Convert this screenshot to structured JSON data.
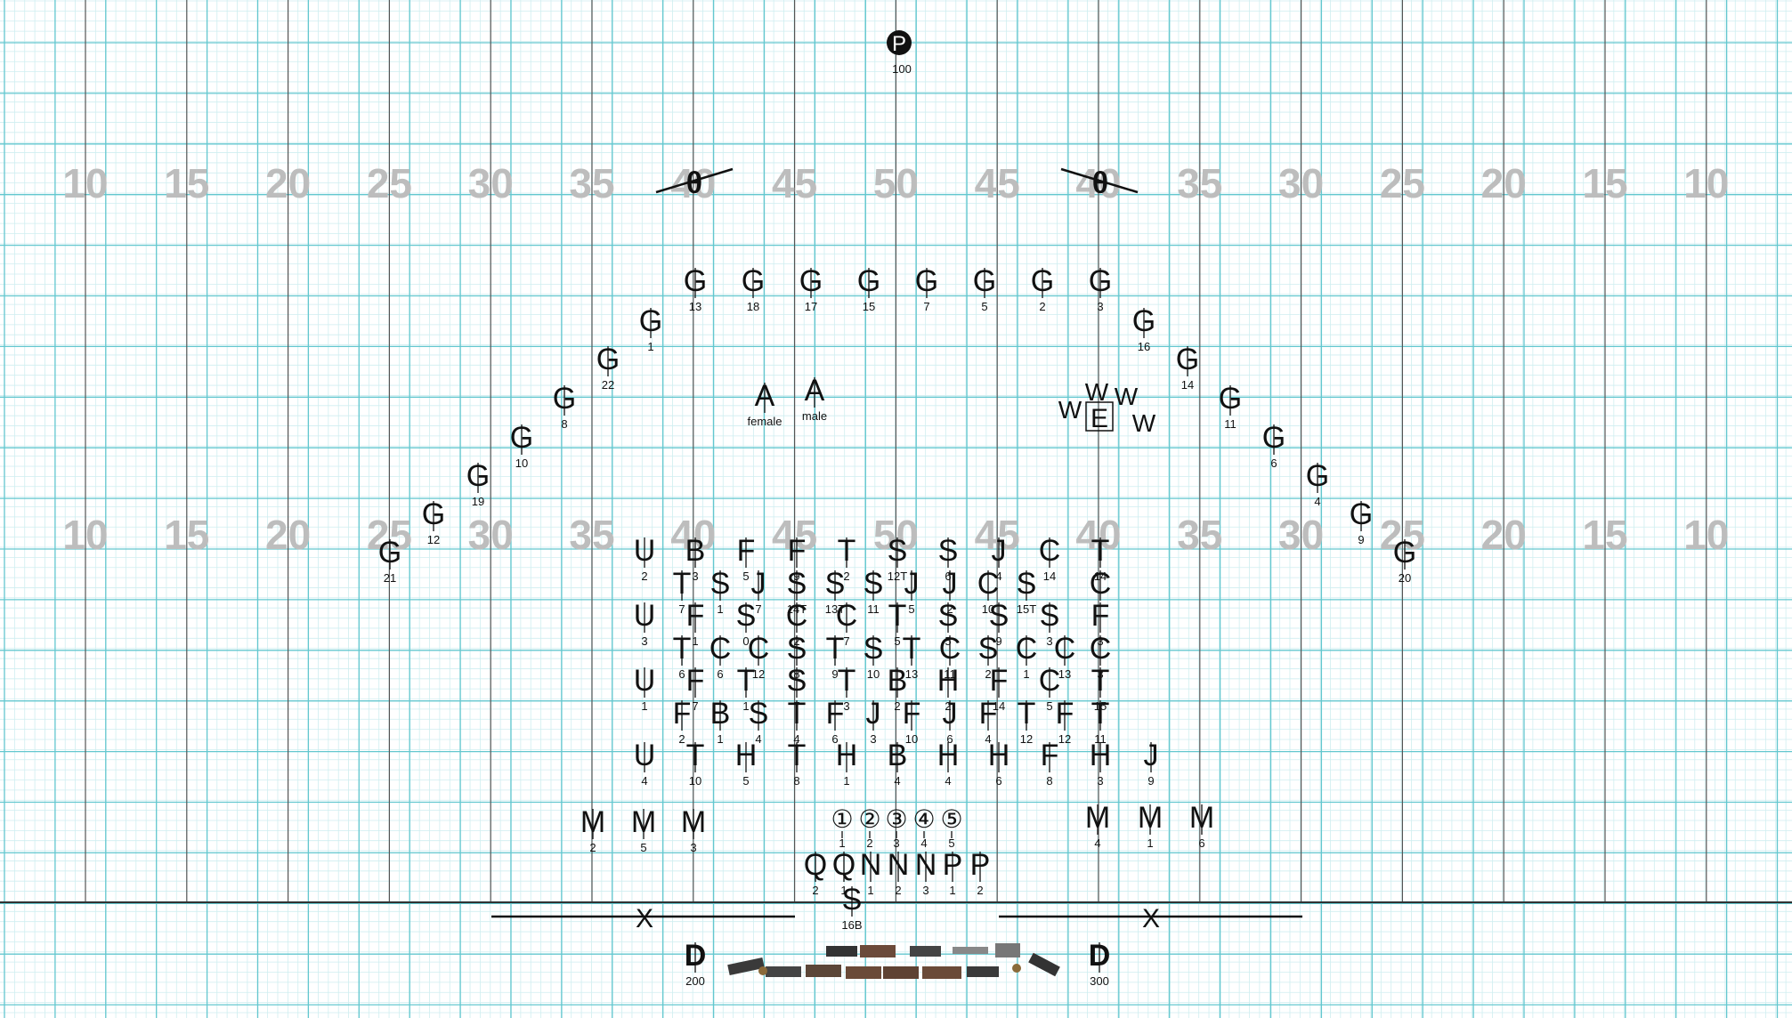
{
  "field": {
    "yard_numbers_top": [
      "10",
      "15",
      "20",
      "25",
      "30",
      "35",
      "40",
      "45",
      "50",
      "45",
      "40",
      "35",
      "30",
      "25",
      "20",
      "15",
      "10"
    ],
    "yard_numbers_bottom": [
      "10",
      "15",
      "20",
      "25",
      "30",
      "35",
      "40",
      "45",
      "50",
      "45",
      "40",
      "35",
      "30",
      "25",
      "20",
      "15",
      "10"
    ],
    "colors": {
      "major_grid": "#63c7cf",
      "minor_grid": "#cfeef0",
      "yard_line": "#555555",
      "yard_number": "#bdbdbd",
      "marker": "#111111"
    }
  },
  "markers": [
    {
      "id": "p100",
      "symbol": "P",
      "label": "100",
      "x": 50,
      "y": 0.5,
      "style": "circle"
    },
    {
      "id": "o-left",
      "symbol": "θ",
      "label": "",
      "x": 40,
      "y": 3,
      "style": "slash"
    },
    {
      "id": "o-right",
      "symbol": "θ",
      "label": "",
      "x": -40,
      "y": 3,
      "style": "slash"
    },
    {
      "id": "g13",
      "symbol": "G",
      "label": "13",
      "x": 40,
      "y": 5
    },
    {
      "id": "g18",
      "symbol": "G",
      "label": "18",
      "x": 42.9,
      "y": 5
    },
    {
      "id": "g17",
      "symbol": "G",
      "label": "17",
      "x": 45.7,
      "y": 5
    },
    {
      "id": "g15",
      "symbol": "G",
      "label": "15",
      "x": 48.6,
      "y": 5
    },
    {
      "id": "g7",
      "symbol": "G",
      "label": "7",
      "x": 48.6,
      "y": 5,
      "alt": 1
    },
    {
      "id": "g5",
      "symbol": "G",
      "label": "5",
      "x": 45.7,
      "y": 5,
      "alt": 1
    },
    {
      "id": "g2",
      "symbol": "G",
      "label": "2",
      "x": 42.9,
      "y": 5,
      "alt": 1
    },
    {
      "id": "g3",
      "symbol": "G",
      "label": "3",
      "x": 40,
      "y": 5,
      "alt": 1
    },
    {
      "id": "g1",
      "symbol": "G",
      "label": "1",
      "x": 37.9,
      "y": 5.8
    },
    {
      "id": "g22",
      "symbol": "G",
      "label": "22",
      "x": 35.8,
      "y": 6.6
    },
    {
      "id": "g8",
      "symbol": "G",
      "label": "8",
      "x": 33.7,
      "y": 7.4
    },
    {
      "id": "g10",
      "symbol": "G",
      "label": "10",
      "x": 31.6,
      "y": 8.1
    },
    {
      "id": "g19",
      "symbol": "G",
      "label": "19",
      "x": 29.5,
      "y": 8.9
    },
    {
      "id": "g12",
      "symbol": "G",
      "label": "12",
      "x": 27.4,
      "y": 9.6
    },
    {
      "id": "g21",
      "symbol": "G",
      "label": "21",
      "x": 25,
      "y": 10.4
    },
    {
      "id": "g16",
      "symbol": "G",
      "label": "16",
      "x": -37.9,
      "y": 5.8
    },
    {
      "id": "g14",
      "symbol": "G",
      "label": "14",
      "x": -35.8,
      "y": 6.6
    },
    {
      "id": "g11",
      "symbol": "G",
      "label": "11",
      "x": -33.7,
      "y": 7.4
    },
    {
      "id": "g6",
      "symbol": "G",
      "label": "6",
      "x": -31.6,
      "y": 8.1
    },
    {
      "id": "g4",
      "symbol": "G",
      "label": "4",
      "x": -29.5,
      "y": 8.9
    },
    {
      "id": "g9",
      "symbol": "G",
      "label": "9",
      "x": -27.4,
      "y": 9.6
    },
    {
      "id": "g20",
      "symbol": "G",
      "label": "20",
      "x": -25,
      "y": 10.4
    }
  ],
  "grid_rows": [
    {
      "y": 10.4,
      "items": [
        [
          "U",
          "2",
          37.6
        ],
        [
          "B",
          "3",
          40
        ],
        [
          "F",
          "5",
          42.5
        ],
        [
          "F",
          "9",
          45
        ],
        [
          "T",
          "2",
          47.5
        ],
        [
          "S",
          "12T",
          50
        ],
        [
          "S",
          "6",
          -47.5
        ],
        [
          "J",
          "4",
          -45
        ],
        [
          "C",
          "14",
          -42.5
        ],
        [
          "T",
          "14",
          -40
        ]
      ]
    },
    {
      "y": 11.1,
      "items": [
        [
          "T",
          "7",
          38.8
        ],
        [
          "S",
          "1",
          41.2
        ],
        [
          "J",
          "7",
          43.7
        ],
        [
          "S",
          "14T",
          46.2
        ],
        [
          "S",
          "13T",
          48.7
        ],
        [
          "S",
          "11",
          -48.7
        ],
        [
          "J",
          "5",
          -46.2
        ],
        [
          "J",
          "2",
          -43.7
        ],
        [
          "C",
          "10",
          -41.2
        ],
        [
          "S",
          "15T",
          -38.8
        ],
        [
          "C",
          "",
          -40
        ]
      ]
    },
    {
      "y": 11.8,
      "items": [
        [
          "U",
          "3",
          37.6
        ],
        [
          "F",
          "1",
          40
        ],
        [
          "S",
          "0",
          42.5
        ],
        [
          "C",
          "2",
          45
        ],
        [
          "C",
          "7",
          47.5
        ],
        [
          "T",
          "5",
          50
        ],
        [
          "S",
          "5",
          -47.5
        ],
        [
          "S",
          "9",
          -45
        ],
        [
          "S",
          "3",
          -42.5
        ],
        [
          "F",
          "3",
          -40
        ]
      ]
    },
    {
      "y": 12.5,
      "items": [
        [
          "T",
          "6",
          38.8
        ],
        [
          "C",
          "6",
          41.2
        ],
        [
          "C",
          "12",
          43.7
        ],
        [
          "S",
          "8",
          46.2
        ],
        [
          "T",
          "9",
          48.7
        ],
        [
          "S",
          "10",
          -48.7
        ],
        [
          "T",
          "13",
          -46.2
        ],
        [
          "C",
          "11",
          -43.7
        ],
        [
          "S",
          "2",
          -41.2
        ],
        [
          "C",
          "1",
          -38.8
        ],
        [
          "C",
          "13",
          -40
        ],
        [
          "C",
          "3",
          -37.5
        ]
      ]
    },
    {
      "y": 13.2,
      "items": [
        [
          "U",
          "1",
          37.6
        ],
        [
          "F",
          "7",
          40
        ],
        [
          "T",
          "1",
          42.5
        ],
        [
          "S",
          "7",
          45
        ],
        [
          "T",
          "3",
          47.5
        ],
        [
          "B",
          "2",
          50
        ],
        [
          "H",
          "2",
          -47.5
        ],
        [
          "F",
          "14",
          -45
        ],
        [
          "C",
          "5",
          -42.5
        ],
        [
          "T",
          "15",
          -40
        ]
      ]
    },
    {
      "y": 13.9,
      "items": [
        [
          "F",
          "2",
          38.8
        ],
        [
          "B",
          "1",
          41.2
        ],
        [
          "S",
          "4",
          43.7
        ],
        [
          "T",
          "4",
          46.2
        ],
        [
          "F",
          "6",
          48.7
        ],
        [
          "J",
          "3",
          -48.7
        ],
        [
          "F",
          "10",
          -46.2
        ],
        [
          "J",
          "6",
          -43.7
        ],
        [
          "F",
          "4",
          -41.2
        ],
        [
          "T",
          "12",
          -38.8
        ],
        [
          "F",
          "12",
          -40
        ],
        [
          "T",
          "11",
          -37.5
        ]
      ]
    },
    {
      "y": 14.6,
      "items": [
        [
          "U",
          "4",
          37.6
        ],
        [
          "T",
          "10",
          40
        ],
        [
          "H",
          "5",
          42.5
        ],
        [
          "T",
          "8",
          45
        ],
        [
          "H",
          "1",
          47.5
        ],
        [
          "B",
          "4",
          50
        ],
        [
          "H",
          "4",
          -47.5
        ],
        [
          "H",
          "6",
          -45
        ],
        [
          "F",
          "8",
          -42.5
        ],
        [
          "H",
          "3",
          -40
        ],
        [
          "J",
          "9",
          -37.5
        ]
      ]
    }
  ],
  "misc": [
    {
      "id": "a-female",
      "symbol": "A",
      "label": "female"
    },
    {
      "id": "a-male",
      "symbol": "A",
      "label": "male"
    },
    {
      "id": "w1",
      "symbol": "W",
      "label": ""
    },
    {
      "id": "w2",
      "symbol": "W",
      "label": ""
    },
    {
      "id": "w3",
      "symbol": "W",
      "label": ""
    },
    {
      "id": "w4",
      "symbol": "W",
      "label": ""
    },
    {
      "id": "e1",
      "symbol": "E",
      "label": ""
    },
    {
      "id": "m2",
      "symbol": "M",
      "label": "2"
    },
    {
      "id": "m5",
      "symbol": "M",
      "label": "5"
    },
    {
      "id": "m3",
      "symbol": "M",
      "label": "3"
    },
    {
      "id": "m4",
      "symbol": "M",
      "label": "4"
    },
    {
      "id": "m1",
      "symbol": "M",
      "label": "1"
    },
    {
      "id": "m6",
      "symbol": "M",
      "label": "6"
    },
    {
      "id": "c1",
      "symbol": "①",
      "label": "1"
    },
    {
      "id": "c2",
      "symbol": "②",
      "label": "2"
    },
    {
      "id": "c3",
      "symbol": "③",
      "label": "3"
    },
    {
      "id": "c4",
      "symbol": "④",
      "label": "4"
    },
    {
      "id": "c5",
      "symbol": "⑤",
      "label": "5"
    },
    {
      "id": "q2",
      "symbol": "Q",
      "label": "2"
    },
    {
      "id": "q1",
      "symbol": "Q",
      "label": "1"
    },
    {
      "id": "n1",
      "symbol": "N",
      "label": "1"
    },
    {
      "id": "n2",
      "symbol": "N",
      "label": "2"
    },
    {
      "id": "n3",
      "symbol": "N",
      "label": "3"
    },
    {
      "id": "p1",
      "symbol": "P",
      "label": "1"
    },
    {
      "id": "p2",
      "symbol": "P",
      "label": "2"
    },
    {
      "id": "s16b",
      "symbol": "S",
      "label": "16B"
    },
    {
      "id": "x-left",
      "symbol": "X",
      "label": ""
    },
    {
      "id": "x-right",
      "symbol": "X",
      "label": ""
    },
    {
      "id": "d200",
      "symbol": "D",
      "label": "200"
    },
    {
      "id": "d300",
      "symbol": "D",
      "label": "300"
    }
  ]
}
